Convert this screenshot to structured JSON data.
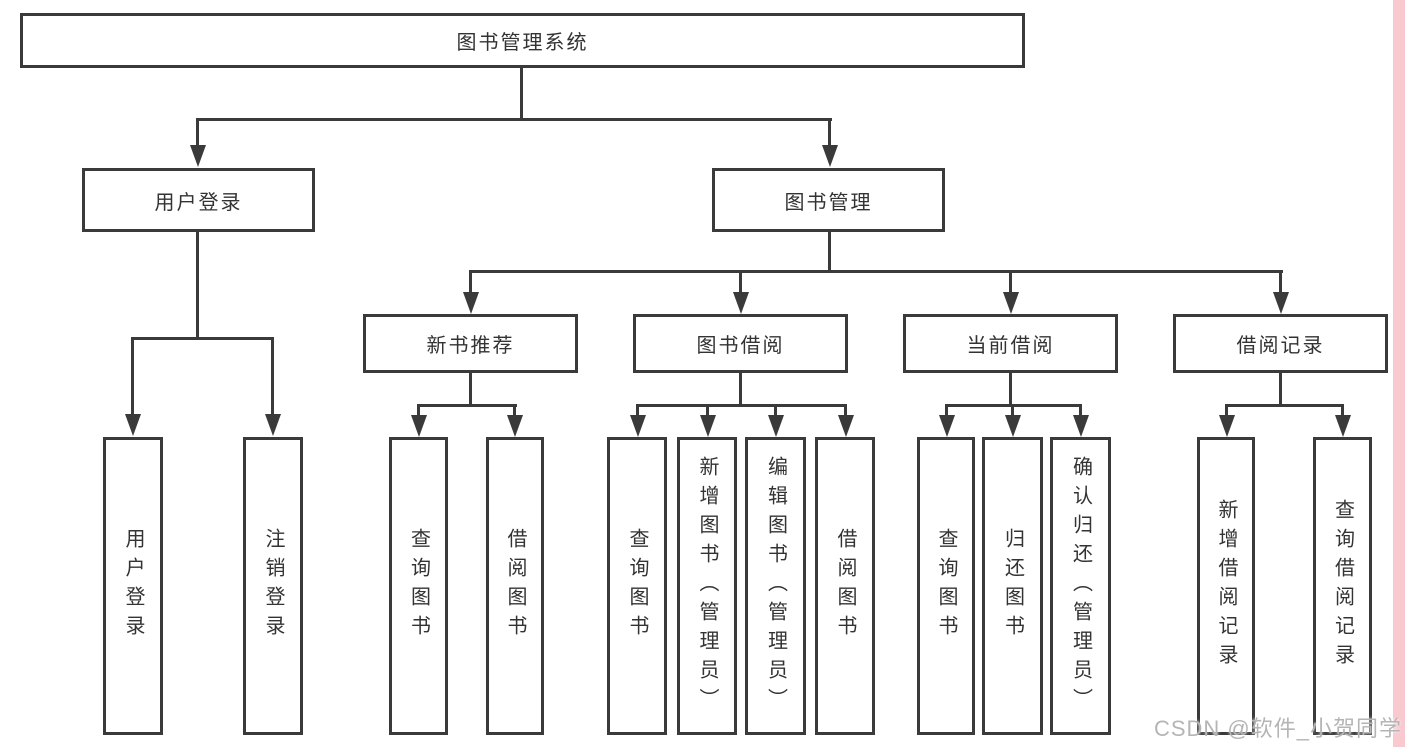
{
  "colors": {
    "line": "#3a3a3a",
    "box_border": "#3a3a3a",
    "text": "#333333",
    "background": "#ffffff",
    "watermark_text": "#b5b5b5",
    "watermark_strip": "#f8c9cf"
  },
  "watermark": {
    "text": "CSDN @软件_小贺同学"
  },
  "tree": {
    "root": {
      "label": "图书管理系统"
    },
    "branches": [
      {
        "label": "用户登录",
        "children": [
          {
            "label": "用户登录"
          },
          {
            "label": "注销登录"
          }
        ]
      },
      {
        "label": "图书管理",
        "children": [
          {
            "label": "新书推荐",
            "children": [
              {
                "label": "查询图书"
              },
              {
                "label": "借阅图书"
              }
            ]
          },
          {
            "label": "图书借阅",
            "children": [
              {
                "label": "查询图书"
              },
              {
                "label": "新增图书（管理员）"
              },
              {
                "label": "编辑图书（管理员）"
              },
              {
                "label": "借阅图书"
              }
            ]
          },
          {
            "label": "当前借阅",
            "children": [
              {
                "label": "查询图书"
              },
              {
                "label": "归还图书"
              },
              {
                "label": "确认归还（管理员）"
              }
            ]
          },
          {
            "label": "借阅记录",
            "children": [
              {
                "label": "新增借阅记录"
              },
              {
                "label": "查询借阅记录"
              }
            ]
          }
        ]
      }
    ]
  }
}
